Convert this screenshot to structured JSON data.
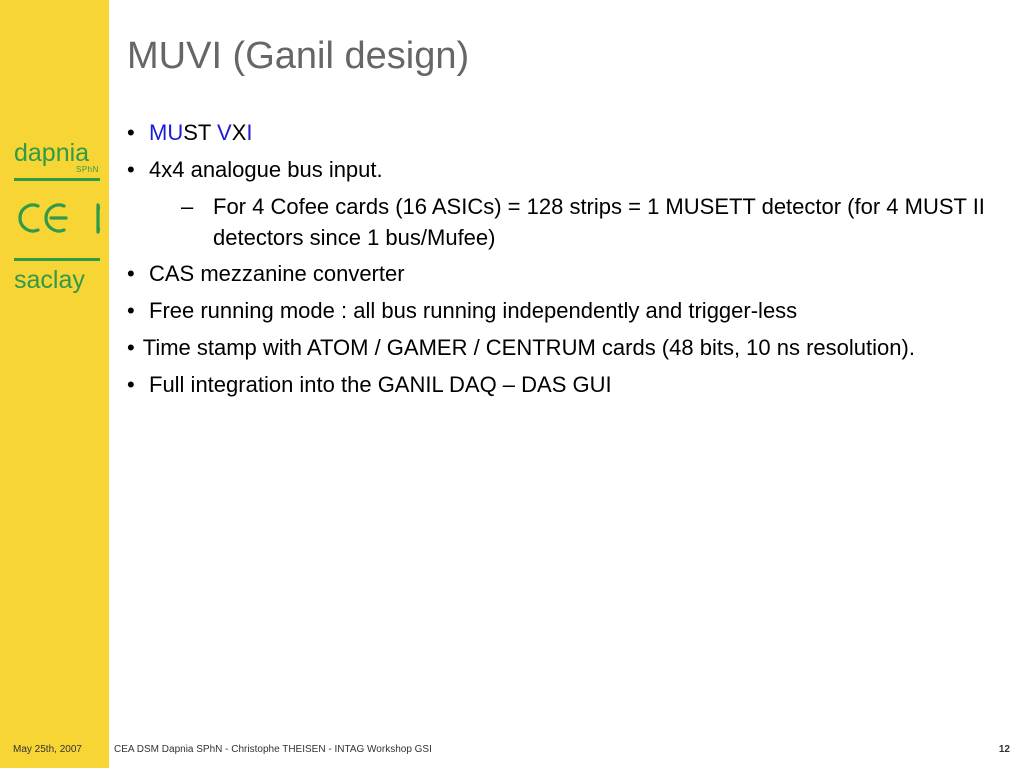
{
  "sidebar": {
    "logo_top": "dapnia",
    "logo_sub": "SPhN",
    "logo_bottom": "saclay",
    "accent_color": "#f7d535",
    "logo_color": "#2e9a4a"
  },
  "slide": {
    "title": "MUVI (Ganil design)",
    "bullet1": {
      "dot": "•",
      "part1": "MU",
      "part2": "ST ",
      "part3": "V",
      "part4": "X",
      "part5": "I"
    },
    "bullet2": {
      "dot": "•",
      "text": "4x4 analogue bus input."
    },
    "sub1": {
      "dash": "–",
      "text": "For 4 Cofee cards (16 ASICs) = 128 strips = 1 MUSETT detector (for 4 MUST II detectors since 1 bus/Mufee)"
    },
    "bullet3": {
      "dot": "•",
      "text": "CAS mezzanine converter"
    },
    "bullet4": {
      "dot": "•",
      "text": "Free running mode : all bus running independently and trigger-less"
    },
    "bullet5": {
      "dot": "•",
      "text": "Time stamp with ATOM / GAMER / CENTRUM cards (48 bits, 10 ns resolution)."
    },
    "bullet6": {
      "dot": "•",
      "text": "Full integration into the GANIL DAQ – DAS GUI"
    },
    "highlight_color": "#1c1cd6"
  },
  "footer": {
    "date": "May 25th, 2007",
    "text": "CEA DSM Dapnia SPhN  - Christophe THEISEN -  INTAG Workshop GSI",
    "page": "12"
  }
}
